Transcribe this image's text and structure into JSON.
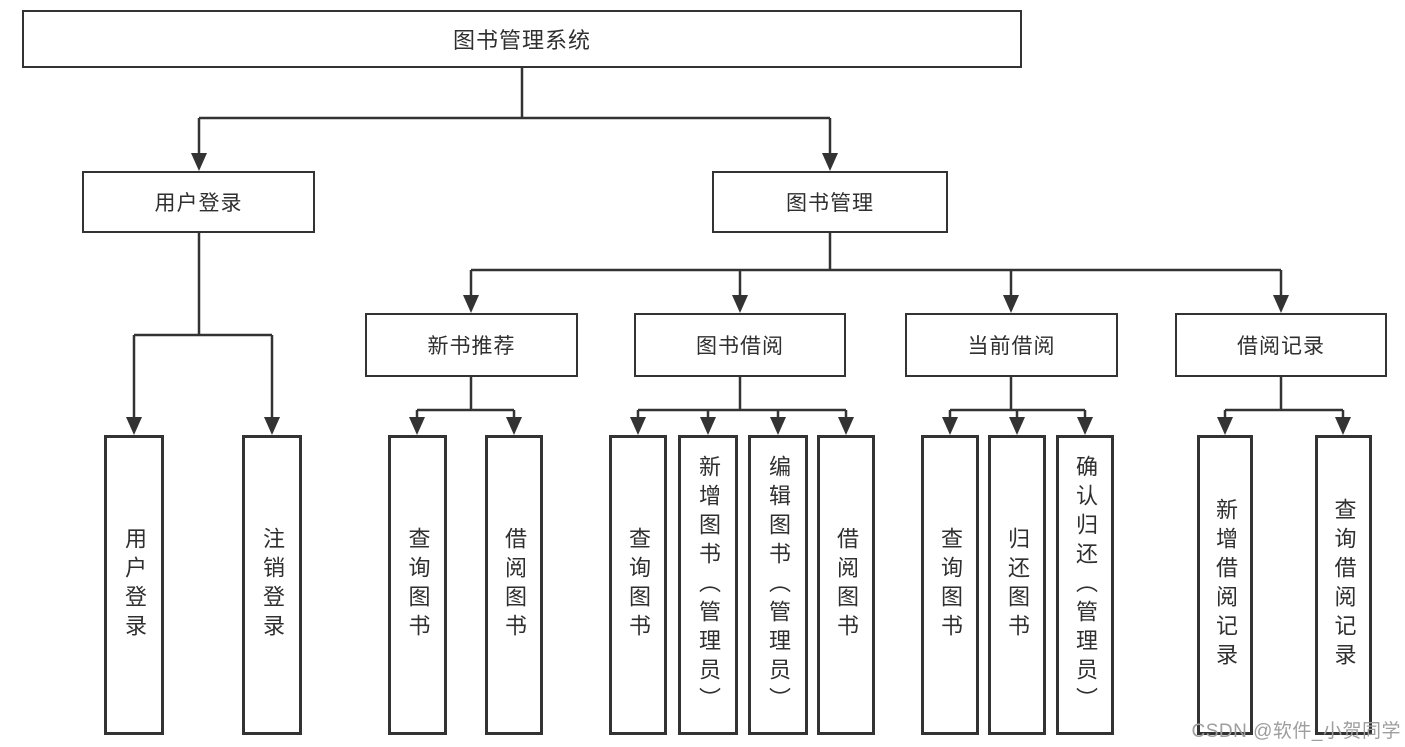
{
  "diagram": {
    "title": "图书管理系统",
    "nodes": {
      "root": "图书管理系统",
      "user_login": "用户登录",
      "book_mgmt": "图书管理",
      "new_book_rec": "新书推荐",
      "book_borrow": "图书借阅",
      "current_borrow": "当前借阅",
      "borrow_record": "借阅记录",
      "leaf_user_login": "用户登录",
      "leaf_logout": "注销登录",
      "leaf_query_book_rec": "查询图书",
      "leaf_borrow_book_rec": "借阅图书",
      "leaf_query_book_borrow": "查询图书",
      "leaf_add_book": "新增图书（管理员）",
      "leaf_edit_book": "编辑图书（管理员）",
      "leaf_borrow_book_borrow": "借阅图书",
      "leaf_query_book_current": "查询图书",
      "leaf_return_book": "归还图书",
      "leaf_confirm_return": "确认归还（管理员）",
      "leaf_add_borrow_record": "新增借阅记录",
      "leaf_query_borrow_record": "查询借阅记录"
    }
  },
  "watermark": "CSDN @软件_小贺同学",
  "colors": {
    "line": "#333333",
    "border": "#333333",
    "text": "#2f2f2f",
    "watermark": "#9e9e9e",
    "bg": "#ffffff"
  }
}
